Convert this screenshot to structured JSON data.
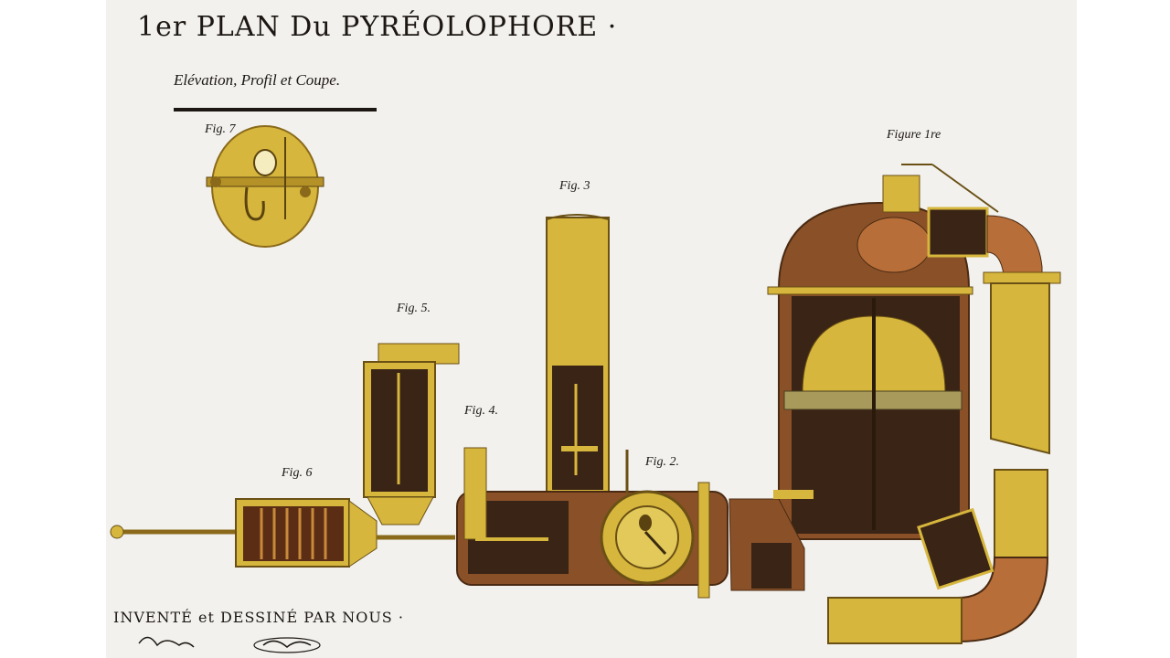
{
  "plan": {
    "title": "1er PLAN Du PYRÉOLOPHORE ·",
    "subtitle": "Elévation, Profil et Coupe.",
    "figures": {
      "fig1": "Figure 1re",
      "fig2": "Fig. 2.",
      "fig3": "Fig. 3",
      "fig4": "Fig. 4.",
      "fig5": "Fig. 5.",
      "fig6": "Fig. 6",
      "fig7": "Fig. 7"
    },
    "footer": "INVENTÉ et DESSINÉ PAR NOUS ·",
    "signatures": [
      "J. Niépce",
      "C. Niépce"
    ]
  },
  "colors": {
    "brass": "#d6b63c",
    "copper": "#8a5128",
    "dark_interior": "#3a2415",
    "paper": "#f2f1ee",
    "ink": "#1c1712"
  }
}
